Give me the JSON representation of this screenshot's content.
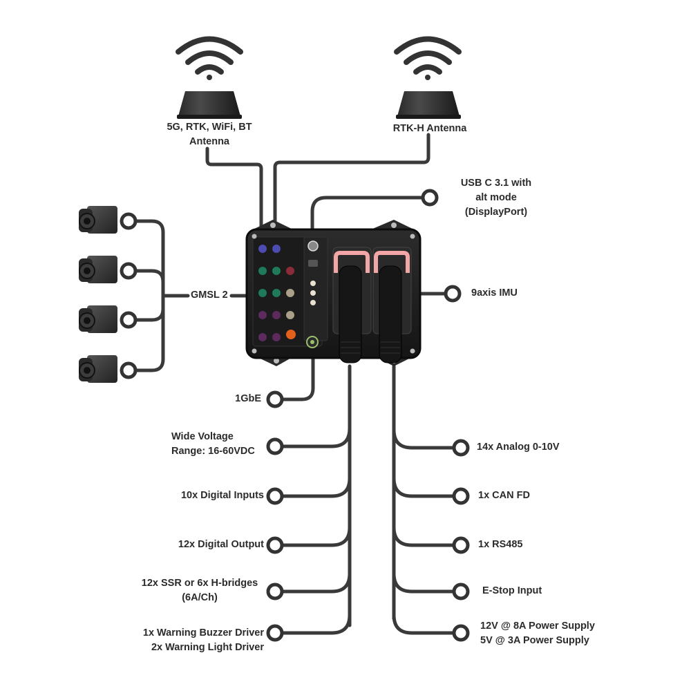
{
  "colors": {
    "wire": "#3a3a3a",
    "text": "#2b2b2b",
    "panel": "#1e1e1e",
    "accent_red": "#f2a6a6"
  },
  "labels": {
    "antenna_left": [
      "5G, RTK, WiFi, BT",
      "Antenna"
    ],
    "antenna_right": [
      "RTK-H Antenna"
    ],
    "usb": [
      "USB C 3.1 with",
      "alt mode",
      "(DisplayPort)"
    ],
    "gmsl": [
      "GMSL 2"
    ],
    "imu": [
      "9axis IMU"
    ],
    "gbe": [
      "1GbE"
    ],
    "wide_voltage": [
      "Wide Voltage",
      "Range: 16-60VDC"
    ],
    "digital_inputs": [
      "10x Digital Inputs"
    ],
    "digital_output": [
      "12x Digital Output"
    ],
    "ssr": [
      "12x SSR or 6x H-bridges",
      "(6A/Ch)"
    ],
    "warning": [
      "1x Warning Buzzer Driver",
      "2x Warning Light Driver"
    ],
    "analog": [
      "14x Analog 0-10V"
    ],
    "can": [
      "1x CAN FD"
    ],
    "rs485": [
      "1x RS485"
    ],
    "estop": [
      "E-Stop Input"
    ],
    "power": [
      "12V @ 8A Power Supply",
      "5V @ 3A Power Supply"
    ]
  },
  "icons": [
    "wifi-icon",
    "antenna-icon",
    "camera-icon",
    "controller-device"
  ]
}
